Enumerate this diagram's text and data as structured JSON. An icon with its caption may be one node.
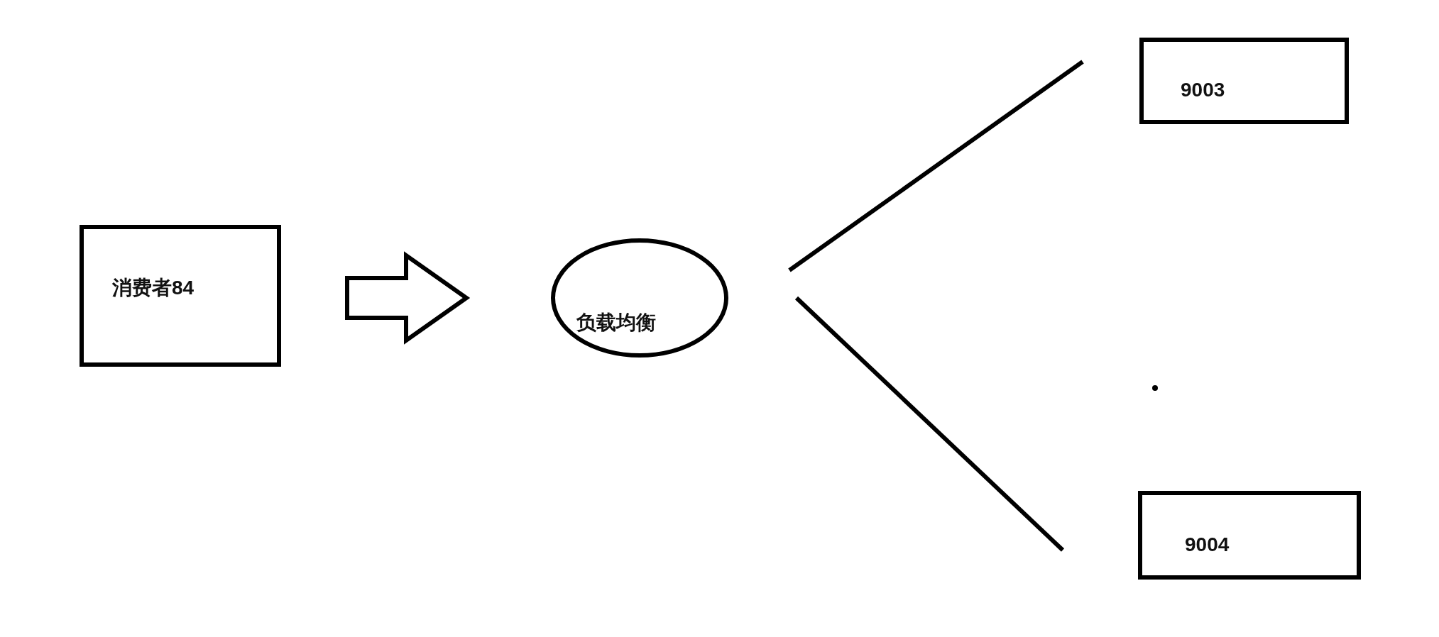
{
  "diagram": {
    "nodes": [
      {
        "text": [
          "消费者84"
        ]
      },
      {
        "text": [
          "负载均衡"
        ]
      },
      {
        "text": [
          "9003"
        ]
      },
      {
        "text": [
          "9004"
        ]
      }
    ],
    "edges": [
      {
        "from": 0,
        "to": 1,
        "arrow": "to",
        "style": "thick"
      },
      {
        "from": 1,
        "to": 2,
        "arrow": "none"
      },
      {
        "from": 1,
        "to": 3,
        "arrow": "none"
      }
    ]
  }
}
